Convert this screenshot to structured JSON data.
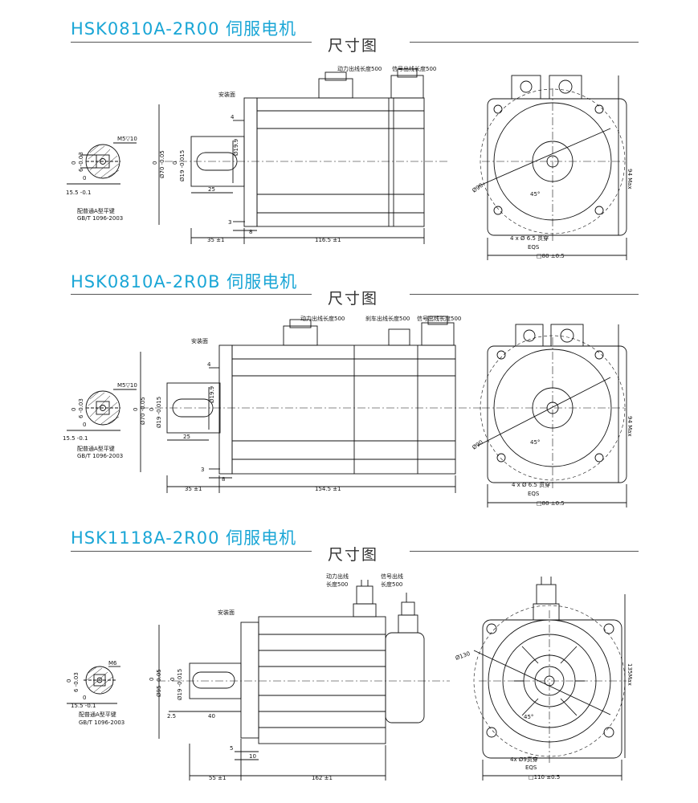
{
  "sections": [
    {
      "title": "HSK0810A-2R00 伺服电机",
      "subtitle": "尺寸图",
      "labels": {
        "power_cable": "动力出线长度500",
        "signal_cable": "信号出线长度500",
        "mount_face": "安装面",
        "key_note_1": "配普通A型平键",
        "key_note_2": "GB/T 1096-2003",
        "screw": "M5▽10",
        "key_w_tol": "0",
        "key_w": "6 -0.03",
        "key_h_tol": "0",
        "key_h": "15.5 -0.1",
        "shaft_dia_tol": "0",
        "shaft_dia": "Ø70 -0.05",
        "shaft_small_tol": "0",
        "shaft_small": "Ø19 -0.015",
        "shaft_inner": "Ø19.9",
        "dim_4": "4",
        "dim_25": "25",
        "dim_3": "3",
        "dim_8": "8",
        "dim_shaft_len": "35 ±1",
        "dim_body_len": "116.5 ±1",
        "dia_pcd": "Ø90",
        "angle": "45°",
        "holes": "4 x Ø 6.5 贯穿",
        "eqs": "EQS",
        "square": "□80 ±0.5",
        "height_max": "94 Max"
      }
    },
    {
      "title": "HSK0810A-2R0B 伺服电机",
      "subtitle": "尺寸图",
      "labels": {
        "power_cable": "动力出线长度500",
        "brake_cable": "刹车出线长度500",
        "signal_cable": "信号出线长度500",
        "mount_face": "安装面",
        "key_note_1": "配普通A型平键",
        "key_note_2": "GB/T 1096-2003",
        "screw": "M5▽10",
        "key_w_tol": "0",
        "key_w": "6 -0.03",
        "key_h_tol": "0",
        "key_h": "15.5 -0.1",
        "shaft_dia_tol": "0",
        "shaft_dia": "Ø70 -0.05",
        "shaft_small_tol": "0",
        "shaft_small": "Ø19 -0.015",
        "shaft_inner": "Ø19.9",
        "dim_4": "4",
        "dim_25": "25",
        "dim_3": "3",
        "dim_8": "8",
        "dim_shaft_len": "35 ±1",
        "dim_body_len": "154.5 ±1",
        "dia_pcd": "Ø90",
        "angle": "45°",
        "holes": "4 x Ø 6.5 贯穿",
        "eqs": "EQS",
        "square": "□80 ±0.5",
        "height_max": "94 Max"
      }
    },
    {
      "title": "HSK1118A-2R00 伺服电机",
      "subtitle": "尺寸图",
      "labels": {
        "power_cable_1": "动力出线",
        "power_cable_2": "长度500",
        "signal_cable_1": "信号出线",
        "signal_cable_2": "长度500",
        "mount_face": "安装面",
        "key_note_1": "配普通A型平键",
        "key_note_2": "GB/T 1096-2003",
        "screw": "M6",
        "key_w_tol": "0",
        "key_w": "6 -0.03",
        "key_h_tol": "0",
        "key_h": "15.5 -0.1",
        "shaft_dia_tol": "0",
        "shaft_dia": "Ø95 -0.05",
        "shaft_small_tol": "0",
        "shaft_small": "Ø19 -0.015",
        "dim_2_5": "2.5",
        "dim_40": "40",
        "dim_5": "5",
        "dim_10": "10",
        "dim_shaft_len": "55 ±1",
        "dim_body_len": "162 ±1",
        "dia_pcd": "Ø130",
        "angle": "45°",
        "holes": "4x Ø9贯穿",
        "eqs": "EQS",
        "square": "□110 ±0.5",
        "height_max": "135Max"
      }
    }
  ]
}
